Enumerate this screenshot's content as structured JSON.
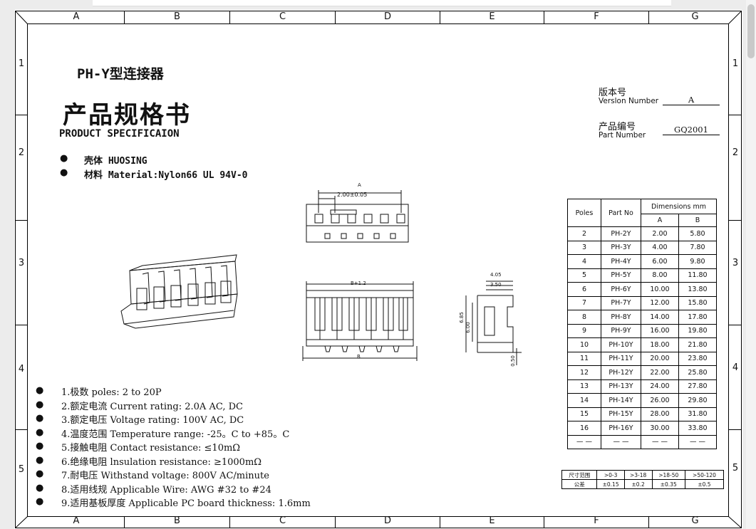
{
  "grid": {
    "cols": [
      "A",
      "B",
      "C",
      "D",
      "E",
      "F",
      "G"
    ],
    "rows": [
      "1",
      "2",
      "3",
      "4",
      "5"
    ]
  },
  "header": {
    "title_cn": "PH-Y型连接器",
    "title_main": "产品规格书",
    "title_en": "PRODUCT SPECIFICAION"
  },
  "materials": [
    "壳体 HUOSING",
    "材料 Material:Nylon66 UL 94V-0"
  ],
  "version": {
    "label_cn": "版本号",
    "label_en": "Verslon Number",
    "value": "A"
  },
  "part": {
    "label_cn": "产品编号",
    "label_en": "Part Number",
    "value": "GQ2001"
  },
  "drawing": {
    "dim_a": "A",
    "dim_pitch": "2.00±0.05",
    "dim_b1_2": "B+1.2",
    "dim_b": "B",
    "dim_405": "4.05",
    "dim_350": "3.50",
    "dim_685": "6.85",
    "dim_600": "6.00",
    "dim_050": "0.50"
  },
  "dims_table": {
    "h_poles": "Poles",
    "h_part": "Part No",
    "h_dims": "Dimensions mm",
    "h_a": "A",
    "h_b": "B",
    "rows": [
      [
        "2",
        "PH-2Y",
        "2.00",
        "5.80"
      ],
      [
        "3",
        "PH-3Y",
        "4.00",
        "7.80"
      ],
      [
        "4",
        "PH-4Y",
        "6.00",
        "9.80"
      ],
      [
        "5",
        "PH-5Y",
        "8.00",
        "11.80"
      ],
      [
        "6",
        "PH-6Y",
        "10.00",
        "13.80"
      ],
      [
        "7",
        "PH-7Y",
        "12.00",
        "15.80"
      ],
      [
        "8",
        "PH-8Y",
        "14.00",
        "17.80"
      ],
      [
        "9",
        "PH-9Y",
        "16.00",
        "19.80"
      ],
      [
        "10",
        "PH-10Y",
        "18.00",
        "21.80"
      ],
      [
        "11",
        "PH-11Y",
        "20.00",
        "23.80"
      ],
      [
        "12",
        "PH-12Y",
        "22.00",
        "25.80"
      ],
      [
        "13",
        "PH-13Y",
        "24.00",
        "27.80"
      ],
      [
        "14",
        "PH-14Y",
        "26.00",
        "29.80"
      ],
      [
        "15",
        "PH-15Y",
        "28.00",
        "31.80"
      ],
      [
        "16",
        "PH-16Y",
        "30.00",
        "33.80"
      ],
      [
        "— —",
        "— —",
        "— —",
        "— —"
      ]
    ]
  },
  "tolerance": {
    "row1": [
      "尺寸范围",
      ">0-3",
      ">3-18",
      ">18-50",
      ">50-120"
    ],
    "row2": [
      "公差",
      "±0.15",
      "±0.2",
      "±0.35",
      "±0.5"
    ]
  },
  "specs": [
    "1.极数 poles: 2 to 20P",
    "2.额定电流 Current rating: 2.0A AC, DC",
    "3.额定电压 Voltage rating: 100V AC, DC",
    "4.温度范围 Temperature range: -25。C to +85。C",
    "5.接触电阻 Contact resistance: ≤10mΩ",
    "6.绝缘电阻 lnsulation resistance: ≥1000mΩ",
    "7.耐电压 Withstand voltage: 800V AC/minute",
    "8.适用线规 Applicable Wire: AWG #32 to #24",
    "9.适用基板厚度 Applicable PC board thickness: 1.6mm"
  ]
}
